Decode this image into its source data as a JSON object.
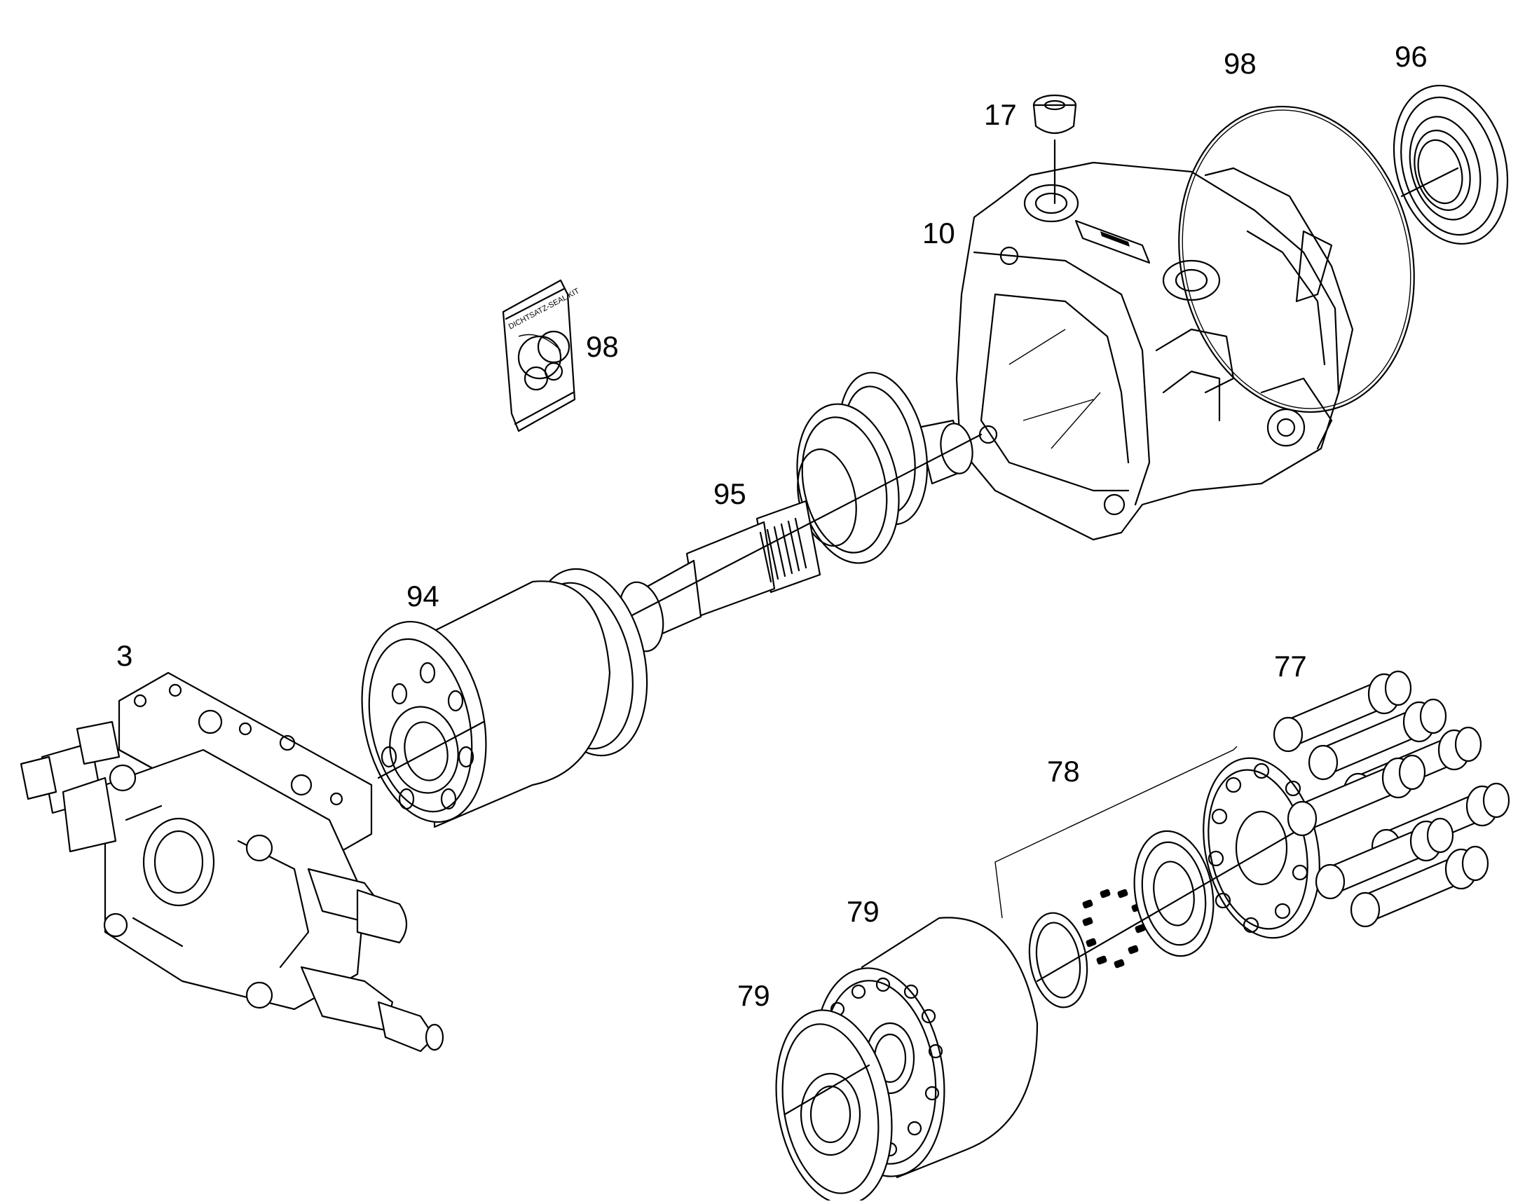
{
  "callouts": {
    "c3": "3",
    "c10": "10",
    "c17": "17",
    "c77": "77",
    "c78": "78",
    "c79a": "79",
    "c79b": "79",
    "c94": "94",
    "c95": "95",
    "c96": "96",
    "c98a": "98",
    "c98b": "98"
  },
  "seal_kit_bag": {
    "label": "DICHTSATZ-SEAL KIT"
  },
  "colors": {
    "line": "#000000",
    "background": "#ffffff"
  }
}
